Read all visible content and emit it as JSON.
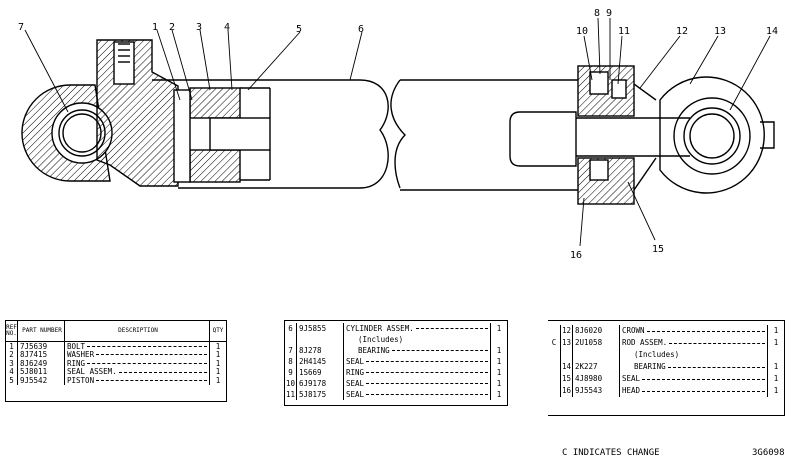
{
  "callouts": [
    "1",
    "2",
    "3",
    "4",
    "5",
    "6",
    "7",
    "8",
    "9",
    "10",
    "11",
    "12",
    "13",
    "14",
    "15",
    "16"
  ],
  "tables": [
    {
      "headers": {
        "ref": "REF NO.",
        "part": "PART NUMBER",
        "desc": "DESCRIPTION",
        "qty": "QTY"
      },
      "rows": [
        {
          "ref": "1",
          "part": "7J5639",
          "desc": "BOLT",
          "qty": "1"
        },
        {
          "ref": "2",
          "part": "8J7415",
          "desc": "WASHER",
          "qty": "1"
        },
        {
          "ref": "3",
          "part": "8J6249",
          "desc": "RING",
          "qty": "1"
        },
        {
          "ref": "4",
          "part": "5J8011",
          "desc": "SEAL ASSEM.",
          "qty": "1"
        },
        {
          "ref": "5",
          "part": "9J5542",
          "desc": "PISTON",
          "qty": "1"
        }
      ]
    },
    {
      "rows": [
        {
          "ref": "6",
          "part": "9J5855",
          "desc": "CYLINDER ASSEM.",
          "qty": "1"
        },
        {
          "ref": "",
          "part": "",
          "desc": "(Includes)",
          "qty": ""
        },
        {
          "ref": "7",
          "part": "8J278",
          "desc": "BEARING",
          "qty": "1"
        },
        {
          "ref": "8",
          "part": "2H4145",
          "desc": "SEAL",
          "qty": "1"
        },
        {
          "ref": "9",
          "part": "1S669",
          "desc": "RING",
          "qty": "1"
        },
        {
          "ref": "10",
          "part": "6J9178",
          "desc": "SEAL",
          "qty": "1"
        },
        {
          "ref": "11",
          "part": "5J8175",
          "desc": "SEAL",
          "qty": "1"
        }
      ]
    },
    {
      "rows": [
        {
          "chg": "",
          "ref": "12",
          "part": "8J6020",
          "desc": "CROWN",
          "qty": "1"
        },
        {
          "chg": "C",
          "ref": "13",
          "part": "2U1058",
          "desc": "ROD ASSEM.",
          "qty": "1"
        },
        {
          "chg": "",
          "ref": "",
          "part": "",
          "desc": "(Includes)",
          "qty": ""
        },
        {
          "chg": "",
          "ref": "14",
          "part": "2K227",
          "desc": "BEARING",
          "qty": "1"
        },
        {
          "chg": "",
          "ref": "15",
          "part": "4J8980",
          "desc": "SEAL",
          "qty": "1"
        },
        {
          "chg": "",
          "ref": "16",
          "part": "9J5543",
          "desc": "HEAD",
          "qty": "1"
        }
      ]
    }
  ],
  "footer_note": "C INDICATES CHANGE",
  "drawing_number": "3G6098"
}
